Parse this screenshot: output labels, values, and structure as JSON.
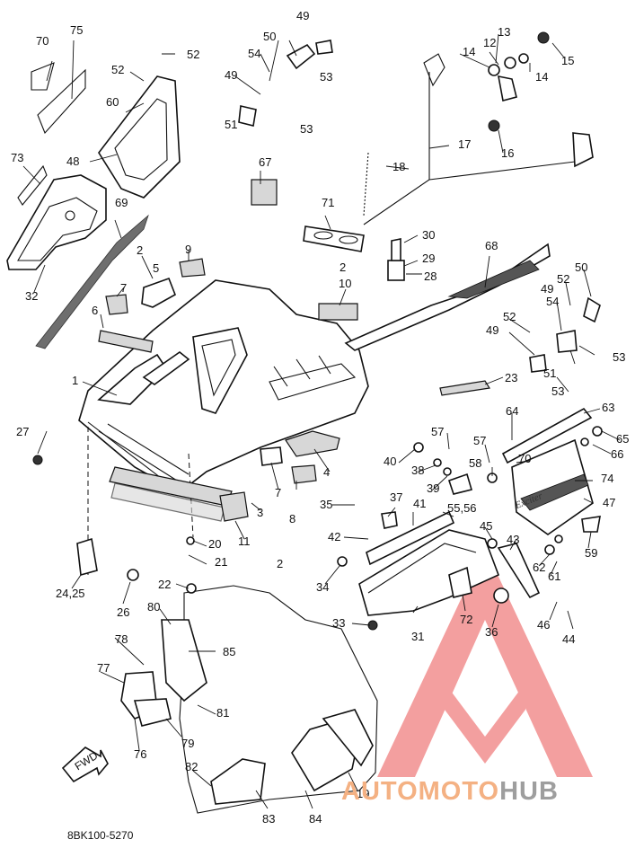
{
  "diagram": {
    "code": "8BK100-5270",
    "fwd_label": "FWD",
    "watermark": {
      "part1": "AUTO",
      "part2": "MOTO",
      "part3": "HUB",
      "color1": "#f4b183",
      "color2": "#f4b183",
      "color3": "#9e9e9e",
      "logo_color": "#f08080"
    },
    "emblem_text": "Exciter",
    "callouts": [
      "70",
      "75",
      "52",
      "52",
      "49",
      "50",
      "54",
      "49",
      "53",
      "51",
      "53",
      "60",
      "48",
      "73",
      "67",
      "69",
      "32",
      "2",
      "5",
      "9",
      "7",
      "6",
      "1",
      "71",
      "30",
      "29",
      "28",
      "2",
      "10",
      "68",
      "13",
      "12",
      "14",
      "14",
      "15",
      "17",
      "16",
      "18",
      "52",
      "50",
      "54",
      "49",
      "52",
      "49",
      "51",
      "53",
      "53",
      "23",
      "64",
      "63",
      "65",
      "66",
      "57",
      "40",
      "38",
      "39",
      "57",
      "58",
      "70",
      "74",
      "47",
      "27",
      "4",
      "8",
      "7",
      "3",
      "11",
      "2",
      "20",
      "21",
      "35",
      "37",
      "41",
      "55,56",
      "42",
      "45",
      "43",
      "59",
      "62",
      "61",
      "34",
      "72",
      "36",
      "31",
      "33",
      "46",
      "44",
      "22",
      "24,25",
      "26",
      "80",
      "85",
      "78",
      "77",
      "81",
      "79",
      "76",
      "82",
      "83",
      "84",
      "19"
    ]
  }
}
